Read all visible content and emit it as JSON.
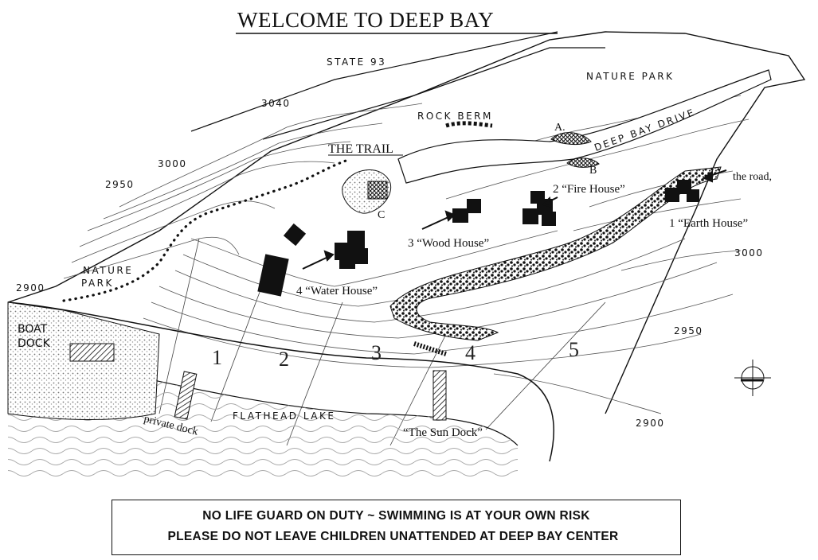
{
  "map": {
    "title": "WELCOME TO DEEP BAY",
    "roads": {
      "highway": "STATE 93",
      "drive": "DEEP BAY DRIVE",
      "the_road": "the road,"
    },
    "areas": {
      "nature_park_top": "NATURE PARK",
      "nature_park_left_1": "NATURE",
      "nature_park_left_2": "PARK",
      "rock_berm": "ROCK BERM",
      "the_trail": "THE TRAIL",
      "lake": "FLATHEAD LAKE",
      "boat_dock_1": "BOAT",
      "boat_dock_2": "DOCK"
    },
    "points": {
      "a": "A.",
      "b": "B",
      "c": "C"
    },
    "houses": {
      "earth": "1 “Earth House”",
      "fire": "2 “Fire House”",
      "wood": "3 “Wood House”",
      "water": "4 “Water House”"
    },
    "docks": {
      "sun": "“The Sun Dock”",
      "private": "private dock"
    },
    "contours": {
      "c3040": "3040",
      "c3000_left": "3000",
      "c2950_left": "2950",
      "c2900_left": "2900",
      "c3000_right": "3000",
      "c2950_right": "2950",
      "c2900_right": "2900"
    },
    "lots": [
      "1",
      "2",
      "3",
      "4",
      "5"
    ]
  },
  "notice": {
    "line1": "NO LIFE GUARD ON DUTY ~ SWIMMING IS AT YOUR OWN RISK",
    "line2": "PLEASE DO NOT LEAVE CHILDREN UNATTENDED AT DEEP BAY CENTER"
  }
}
